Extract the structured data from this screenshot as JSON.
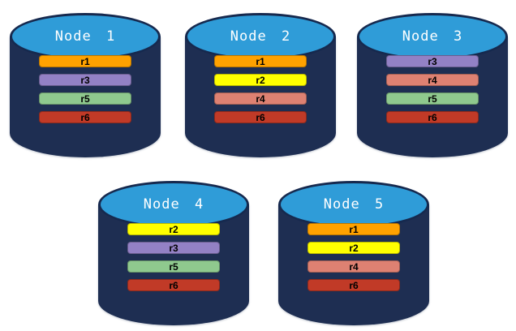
{
  "colors": {
    "cylinder_body": "#1E2E52",
    "cylinder_top": "#2F9CD8",
    "cylinder_outline": "#16294E",
    "replica": {
      "r1": "#FFA200",
      "r2": "#FFFF00",
      "r3": "#9381C5",
      "r4": "#DE8172",
      "r5": "#8FC98E",
      "r6": "#C13A27"
    }
  },
  "nodes": [
    {
      "name": "Node 1",
      "replicas": [
        "r1",
        "r3",
        "r5",
        "r6"
      ]
    },
    {
      "name": "Node 2",
      "replicas": [
        "r1",
        "r2",
        "r4",
        "r6"
      ]
    },
    {
      "name": "Node 3",
      "replicas": [
        "r3",
        "r4",
        "r5",
        "r6"
      ]
    },
    {
      "name": "Node 4",
      "replicas": [
        "r2",
        "r3",
        "r5",
        "r6"
      ]
    },
    {
      "name": "Node 5",
      "replicas": [
        "r1",
        "r2",
        "r4",
        "r6"
      ]
    }
  ]
}
